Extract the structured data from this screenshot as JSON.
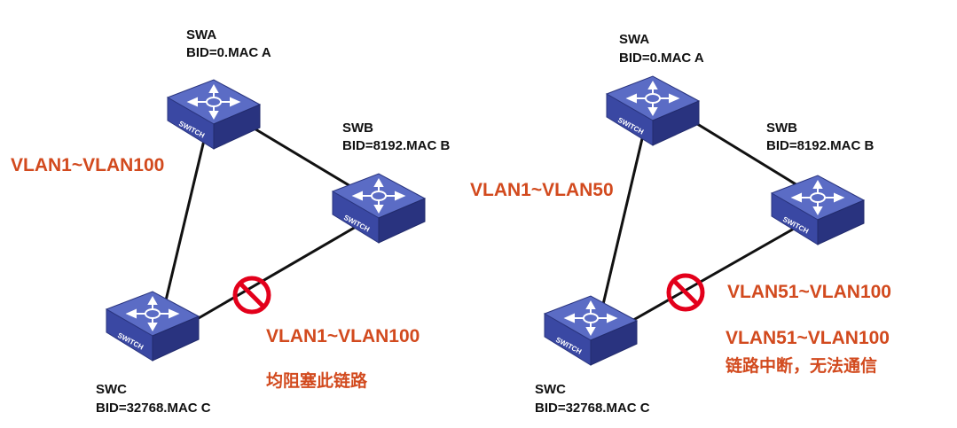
{
  "device_label": "SWITCH",
  "panels": [
    {
      "switches": {
        "swa": {
          "name": "SWA",
          "bid": "BID=0.MAC A"
        },
        "swb": {
          "name": "SWB",
          "bid": "BID=8192.MAC B"
        },
        "swc": {
          "name": "SWC",
          "bid": "BID=32768.MAC C"
        }
      },
      "vlan_labels": [
        "VLAN1~VLAN100",
        "VLAN1~VLAN100"
      ],
      "note": "均阻塞此链路"
    },
    {
      "switches": {
        "swa": {
          "name": "SWA",
          "bid": "BID=0.MAC A"
        },
        "swb": {
          "name": "SWB",
          "bid": "BID=8192.MAC B"
        },
        "swc": {
          "name": "SWC",
          "bid": "BID=32768.MAC C"
        }
      },
      "vlan_labels": [
        "VLAN1~VLAN50",
        "VLAN51~VLAN100",
        "VLAN51~VLAN100"
      ],
      "note": "链路中断，无法通信"
    }
  ],
  "colors": {
    "switch_top": "#5a6bc4",
    "switch_side": "#2e3a8c",
    "switch_front": "#3c4aa6",
    "link": "#111111",
    "block_symbol": "#e3001b",
    "vlan_text": "#d24a1e"
  }
}
